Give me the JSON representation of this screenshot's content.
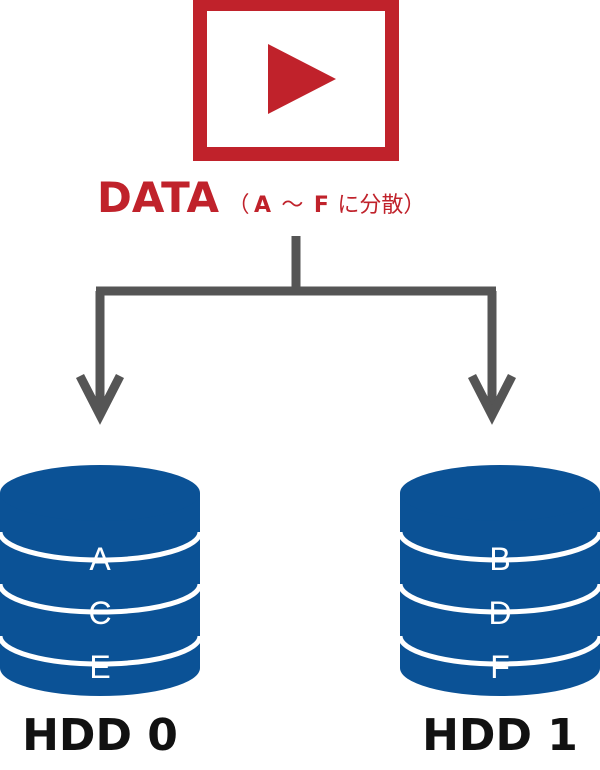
{
  "source": {
    "icon": "play-icon",
    "title": "DATA",
    "note_open": "（",
    "note_from": "A",
    "note_tilde": "～",
    "note_to": "F",
    "note_text": "に分散）"
  },
  "disks": [
    {
      "name": "HDD 0",
      "blocks": [
        "A",
        "C",
        "E"
      ]
    },
    {
      "name": "HDD 1",
      "blocks": [
        "B",
        "D",
        "F"
      ]
    }
  ],
  "colors": {
    "accent_red": "#c0222b",
    "disk_blue": "#0b5296",
    "arrow_gray": "#555555",
    "text_dark": "#111111"
  }
}
